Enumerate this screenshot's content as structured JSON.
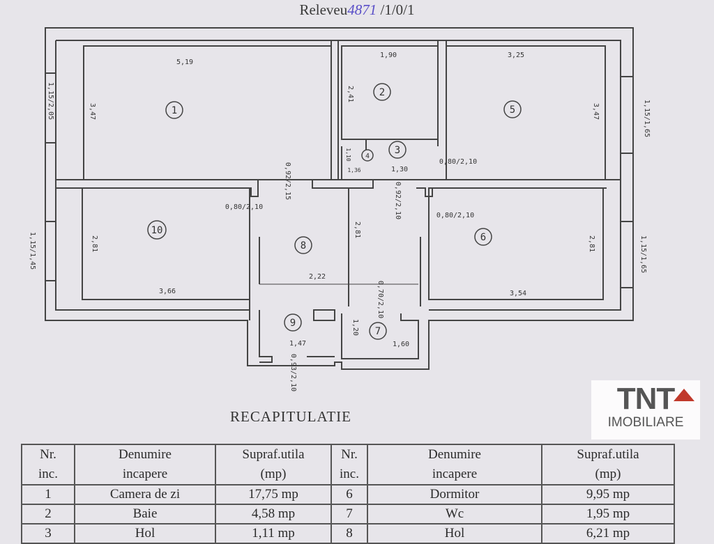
{
  "title": {
    "prefix": "Releveu",
    "handwritten": "4871",
    "suffix": "/1/0/1"
  },
  "rooms": {
    "r1": "1",
    "r2": "2",
    "r3": "3",
    "r4": "4",
    "r5": "5",
    "r6": "6",
    "r7": "7",
    "r8": "8",
    "r9": "9",
    "r10": "10"
  },
  "dims": {
    "d519": "5,19",
    "d190": "1,90",
    "d325": "3,25",
    "d347a": "3,47",
    "d241": "2,41",
    "d347b": "3,47",
    "w1": "1,15/2,05",
    "w2": "1,15/1,65",
    "w3": "1,15/1,45",
    "w4": "1,15/1,65",
    "door1": "0,92/2,15",
    "door2": "0,80/2,10",
    "door3": "0,92/2,10",
    "door4": "0,80/2,10",
    "door5": "0,80/2,10",
    "d130": "1,30",
    "d136": "1,36",
    "d110": "1,10",
    "d281a": "2,81",
    "d281b": "2,81",
    "d281c": "2,81",
    "d366": "3,66",
    "d222": "2,22",
    "d354": "3,54",
    "door6": "0,70/2,10",
    "d147": "1,47",
    "d120": "1,20",
    "d160": "1,60",
    "door7": "0,93/2,10"
  },
  "recap_title": "RECAPITULATIE",
  "table": {
    "headers": [
      [
        "Nr.",
        "inc."
      ],
      [
        "Denumire",
        "incapere"
      ],
      [
        "Supraf.utila",
        "(mp)"
      ],
      [
        "Nr.",
        "inc."
      ],
      [
        "Denumire",
        "incapere"
      ],
      [
        "Supraf.utila",
        "(mp)"
      ]
    ],
    "rows": [
      [
        "1",
        "Camera de zi",
        "17,75 mp",
        "6",
        "Dormitor",
        "9,95 mp"
      ],
      [
        "2",
        "Baie",
        "4,58 mp",
        "7",
        "Wc",
        "1,95 mp"
      ],
      [
        "3",
        "Hol",
        "1,11 mp",
        "8",
        "Hol",
        "6,21 mp"
      ]
    ]
  },
  "logo": {
    "brand": "TNT",
    "sub": "IMOBILIARE",
    "accent": "#c0392b"
  }
}
